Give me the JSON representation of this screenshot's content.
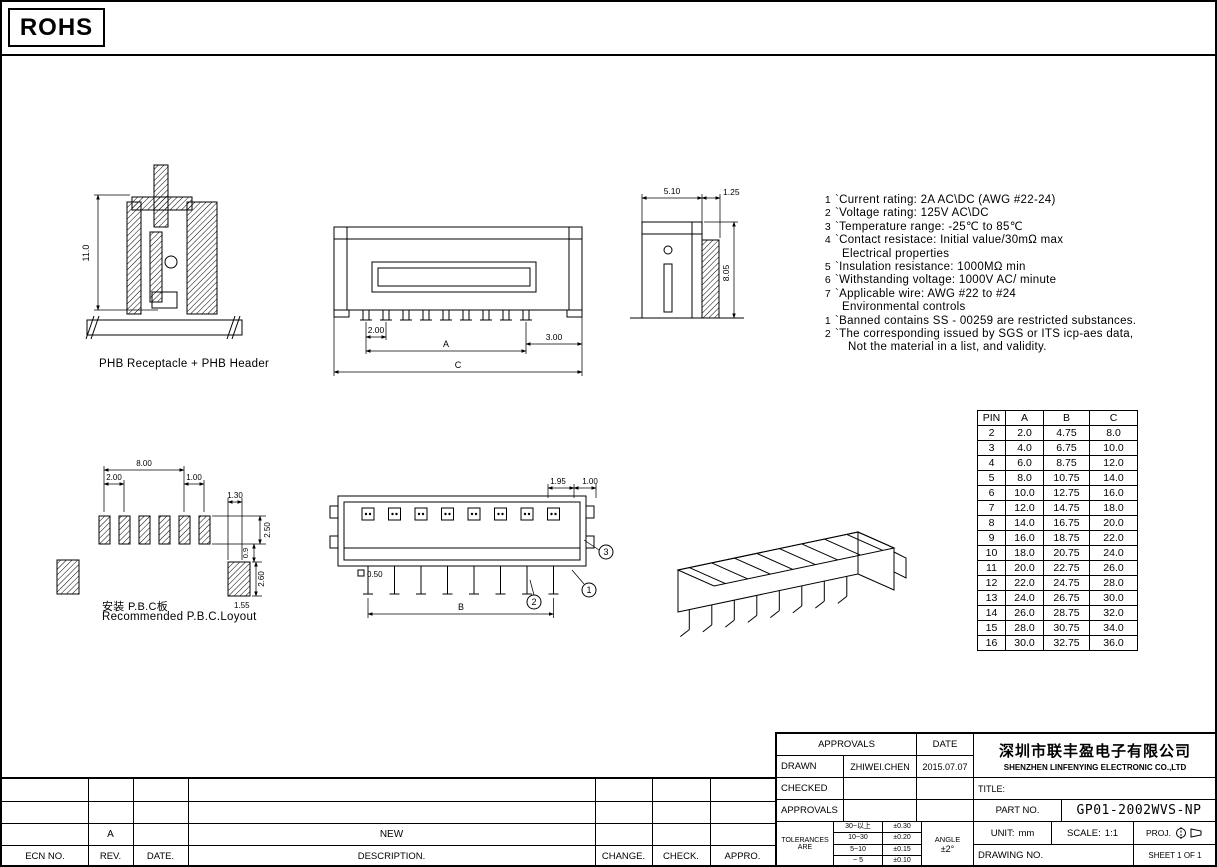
{
  "rohs_label": "ROHS",
  "views": {
    "section": {
      "caption": "PHB Receptacle + PHB Header",
      "dim_height": "11.0"
    },
    "front": {
      "dim_pitch": "2.00",
      "dim_span": "A",
      "dim_end": "3.00",
      "dim_total": "C"
    },
    "side": {
      "dim_width": "5.10",
      "dim_tab": "1.25",
      "dim_height": "8.05"
    },
    "pcb": {
      "caption_cn": "安装 P.B.C板",
      "caption_en": "Recommended P.B.C.Loyout",
      "dim_8": "8.00",
      "dim_2": "2.00",
      "dim_1": "1.00",
      "dim_1_3": "1.30",
      "dim_2_5": "2.50",
      "dim_0_9": "0.9",
      "dim_2_6": "2.60",
      "dim_1_55": "1.55"
    },
    "top": {
      "dim_1_95": "1.95",
      "dim_1": "1.00",
      "dim_0_5": "0.50",
      "dim_span": "B",
      "balloon_1": "1",
      "balloon_2": "2",
      "balloon_3": "3"
    }
  },
  "notes": {
    "items": [
      {
        "num": "1",
        "sub": "0",
        "text": "`Current rating: 2A AC\\DC (AWG #22-24)"
      },
      {
        "num": "2",
        "sub": "0",
        "text": "`Voltage rating: 125V AC\\DC"
      },
      {
        "num": "3",
        "sub": "0",
        "text": "`Temperature range: -25℃ to 85℃"
      },
      {
        "num": "4",
        "sub": "0",
        "text": "`Contact resistace: Initial value/30mΩ max"
      },
      {
        "num": "",
        "sub": "1",
        "text": "Electrical properties"
      },
      {
        "num": "5",
        "sub": "0",
        "text": "`Insulation resistance: 1000MΩ min"
      },
      {
        "num": "6",
        "sub": "0",
        "text": "`Withstanding voltage: 1000V AC/ minute"
      },
      {
        "num": "7",
        "sub": "0",
        "text": "`Applicable wire: AWG #22 to #24"
      },
      {
        "num": "",
        "sub": "1",
        "text": "Environmental controls"
      },
      {
        "num": "1",
        "sub": "0",
        "text": "`Banned contains SS - 00259 are restricted substances."
      },
      {
        "num": "2",
        "sub": "0",
        "text": "`The corresponding issued by SGS or ITS icp-aes data,"
      },
      {
        "num": "",
        "sub": "2",
        "text": "Not the material in a list, and validity."
      }
    ]
  },
  "pin_table": {
    "headers": [
      "PIN",
      "A",
      "B",
      "C"
    ],
    "rows": [
      {
        "pin": "2",
        "a": "2.0",
        "b": "4.75",
        "c": "8.0"
      },
      {
        "pin": "3",
        "a": "4.0",
        "b": "6.75",
        "c": "10.0"
      },
      {
        "pin": "4",
        "a": "6.0",
        "b": "8.75",
        "c": "12.0"
      },
      {
        "pin": "5",
        "a": "8.0",
        "b": "10.75",
        "c": "14.0"
      },
      {
        "pin": "6",
        "a": "10.0",
        "b": "12.75",
        "c": "16.0"
      },
      {
        "pin": "7",
        "a": "12.0",
        "b": "14.75",
        "c": "18.0"
      },
      {
        "pin": "8",
        "a": "14.0",
        "b": "16.75",
        "c": "20.0"
      },
      {
        "pin": "9",
        "a": "16.0",
        "b": "18.75",
        "c": "22.0"
      },
      {
        "pin": "10",
        "a": "18.0",
        "b": "20.75",
        "c": "24.0"
      },
      {
        "pin": "11",
        "a": "20.0",
        "b": "22.75",
        "c": "26.0"
      },
      {
        "pin": "12",
        "a": "22.0",
        "b": "24.75",
        "c": "28.0"
      },
      {
        "pin": "13",
        "a": "24.0",
        "b": "26.75",
        "c": "30.0"
      },
      {
        "pin": "14",
        "a": "26.0",
        "b": "28.75",
        "c": "32.0"
      },
      {
        "pin": "15",
        "a": "28.0",
        "b": "30.75",
        "c": "34.0"
      },
      {
        "pin": "16",
        "a": "30.0",
        "b": "32.75",
        "c": "36.0"
      }
    ]
  },
  "title_block": {
    "approvals_header": "APPROVALS",
    "date_header": "DATE",
    "drawn_label": "DRAWN",
    "drawn_name": "ZHIWEI.CHEN",
    "drawn_date": "2015.07.07",
    "checked_label": "CHECKED",
    "approved_label": "APPROVALS",
    "company_cn": "深圳市联丰盈电子有限公司",
    "company_en": "SHENZHEN LINFENYING ELECTRONIC CO.,LTD",
    "title_label": "TITLE:",
    "part_no_label": "PART NO.",
    "part_no": "GP01-2002WVS-NP",
    "tolerances_label": "TOLERANCES ARE",
    "tolerances": [
      {
        "range": "30~以上",
        "value": "±0.30"
      },
      {
        "range": "10~30",
        "value": "±0.20"
      },
      {
        "range": "5~10",
        "value": "±0.15"
      },
      {
        "range": "~ 5",
        "value": "±0.10"
      }
    ],
    "angle_label": "ANGLE",
    "angle_value": "±2°",
    "unit_label": "UNIT:",
    "unit_value": "mm",
    "scale_label": "SCALE:",
    "scale_value": "1:1",
    "proj_label": "PROJ.",
    "drawing_no_label": "DRAWING NO.",
    "sheet_label": "SHEET 1 OF 1"
  },
  "revision": {
    "headers": [
      "ECN NO.",
      "REV.",
      "DATE.",
      "DESCRIPTION.",
      "CHANGE.",
      "CHECK.",
      "APPRO."
    ],
    "entry": {
      "rev": "A",
      "description": "NEW"
    }
  }
}
